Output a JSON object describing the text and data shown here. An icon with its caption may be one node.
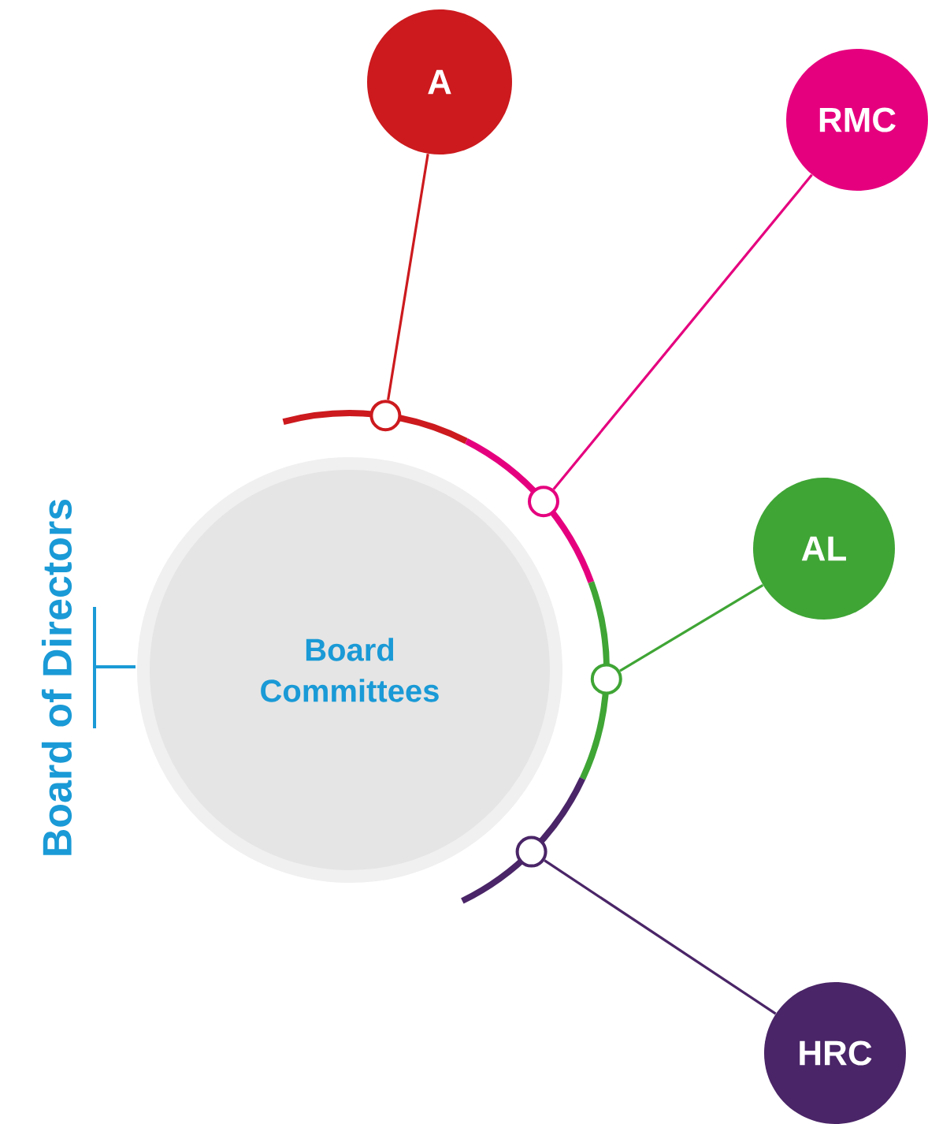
{
  "diagram": {
    "nodes": [
      {
        "text": [
          "Board Committees"
        ]
      },
      {
        "text": [
          "A"
        ]
      },
      {
        "text": [
          "RMC"
        ]
      },
      {
        "text": [
          "AL"
        ]
      },
      {
        "text": [
          "HRC"
        ]
      },
      {
        "text": [],
        "shape": "circle"
      },
      {
        "text": [],
        "shape": "circle"
      },
      {
        "text": [],
        "shape": "circle"
      },
      {
        "text": [],
        "shape": "circle"
      }
    ],
    "edges": [
      {
        "from": 5,
        "to": 1,
        "arrow": "none",
        "color": "#cc1a1e"
      },
      {
        "from": 6,
        "to": 2,
        "arrow": "none",
        "color": "#e5007e"
      },
      {
        "from": 7,
        "to": 3,
        "arrow": "none",
        "color": "#3fa535"
      },
      {
        "from": 8,
        "to": 4,
        "arrow": "none",
        "color": "#4a2567"
      }
    ],
    "labels": [
      "Board of Directors"
    ]
  }
}
